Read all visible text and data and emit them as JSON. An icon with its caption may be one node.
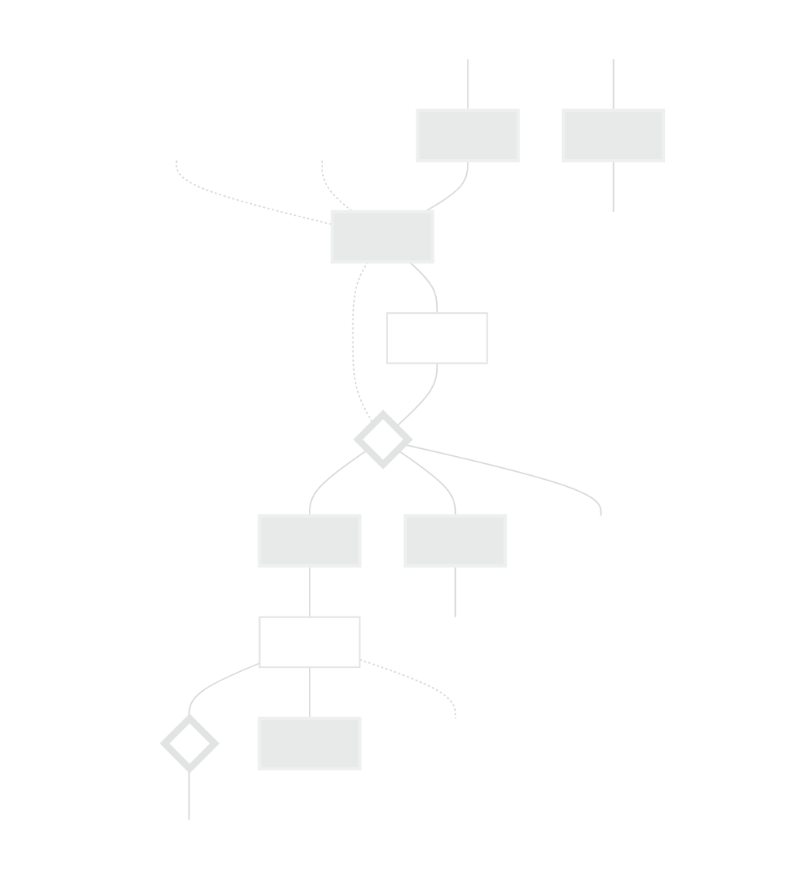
{
  "diagram": {
    "nodes": [
      {
        "text": [],
        "shape": "box"
      },
      {
        "text": [],
        "shape": "box"
      },
      {
        "text": [],
        "shape": "box"
      },
      {
        "text": [],
        "shape": "box"
      },
      {
        "text": [],
        "shape": "diamond"
      },
      {
        "text": [],
        "shape": "box"
      },
      {
        "text": [],
        "shape": "box"
      },
      {
        "text": [],
        "shape": "box"
      },
      {
        "text": [],
        "shape": "diamond"
      },
      {
        "text": [],
        "shape": "box"
      }
    ],
    "edges": [
      {
        "from": null,
        "to": 0,
        "arrow": "none"
      },
      {
        "from": null,
        "to": 1,
        "arrow": "none"
      },
      {
        "from": null,
        "to": 2,
        "arrow": "none",
        "style": "dashed"
      },
      {
        "from": null,
        "to": 2,
        "arrow": "none",
        "style": "dashed"
      },
      {
        "from": 0,
        "to": 2,
        "arrow": "none"
      },
      {
        "from": 1,
        "to": null,
        "arrow": "none"
      },
      {
        "from": 2,
        "to": 3,
        "arrow": "none"
      },
      {
        "from": 2,
        "to": 4,
        "arrow": "none",
        "style": "dashed"
      },
      {
        "from": 3,
        "to": 4,
        "arrow": "none"
      },
      {
        "from": 4,
        "to": 5,
        "arrow": "none"
      },
      {
        "from": 4,
        "to": 6,
        "arrow": "none"
      },
      {
        "from": 4,
        "to": null,
        "arrow": "none"
      },
      {
        "from": 5,
        "to": 7,
        "arrow": "none"
      },
      {
        "from": 6,
        "to": null,
        "arrow": "none"
      },
      {
        "from": 7,
        "to": 8,
        "arrow": "none"
      },
      {
        "from": 7,
        "to": 9,
        "arrow": "none"
      },
      {
        "from": 7,
        "to": null,
        "arrow": "none",
        "style": "dashed"
      },
      {
        "from": 8,
        "to": null,
        "arrow": "none"
      }
    ]
  }
}
